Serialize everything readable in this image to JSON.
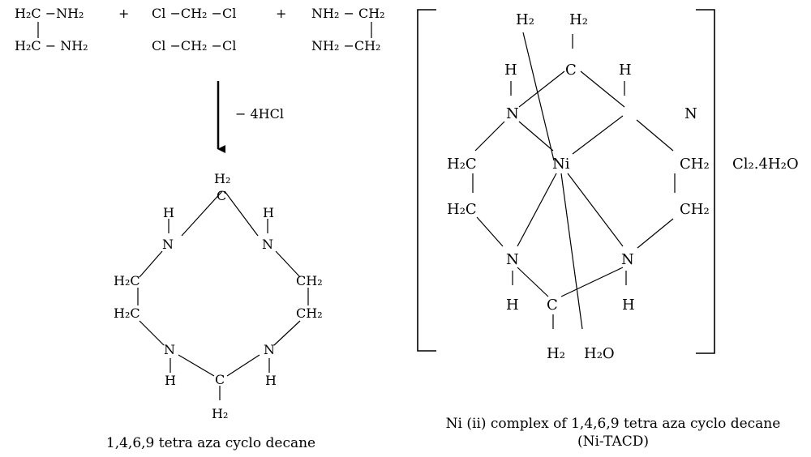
{
  "reaction": {
    "r1_top": "H₂C −NH₂",
    "r1_bot": "H₂C − NH₂",
    "plus1": "+",
    "r2_top": "Cl  −CH₂ −Cl",
    "r2_bot": "Cl  −CH₂ −Cl",
    "plus2": "+",
    "r3_top": "NH₂ − CH₂",
    "r3_bot": "NH₂ −CH₂",
    "byproduct": "− 4HCl"
  },
  "ligand": {
    "h2_top": "H₂",
    "c_top": "C",
    "h_left_top": "H",
    "n_left_top": "N",
    "h_right_top": "H",
    "n_right_top": "N",
    "ch2_left_1": "H₂C",
    "ch2_left_2": "H₂C",
    "ch2_right_1": "CH₂",
    "ch2_right_2": "CH₂",
    "n_left_bot": "N",
    "h_left_bot": "H",
    "n_right_bot": "N",
    "h_right_bot": "H",
    "c_bot": "C",
    "h2_bot": "H₂",
    "caption": "1,4,6,9 tetra aza cyclo decane"
  },
  "complex": {
    "h2_a": "H₂",
    "h2_b": "H₂",
    "h_top_left": "H",
    "c_top": "C",
    "h_top_right": "H",
    "n_top_left": "N",
    "n_top_right": "N",
    "ch2_left_1": "H₂C",
    "ni": "Ni",
    "ch2_right_1": "CH₂",
    "ch2_left_2": "H₂C",
    "ch2_right_2": "CH₂",
    "n_bot_left": "N",
    "n_bot_right": "N",
    "h_bot_left": "H",
    "c_bot": "C",
    "h_bot_right": "H",
    "h2_bot": "H₂",
    "water": "H₂O",
    "counter_ions": "Cl₂.4H₂O",
    "caption_line1": "Ni (ii) complex of 1,4,6,9 tetra aza cyclo decane",
    "caption_line2": "(Ni-TACD)"
  }
}
